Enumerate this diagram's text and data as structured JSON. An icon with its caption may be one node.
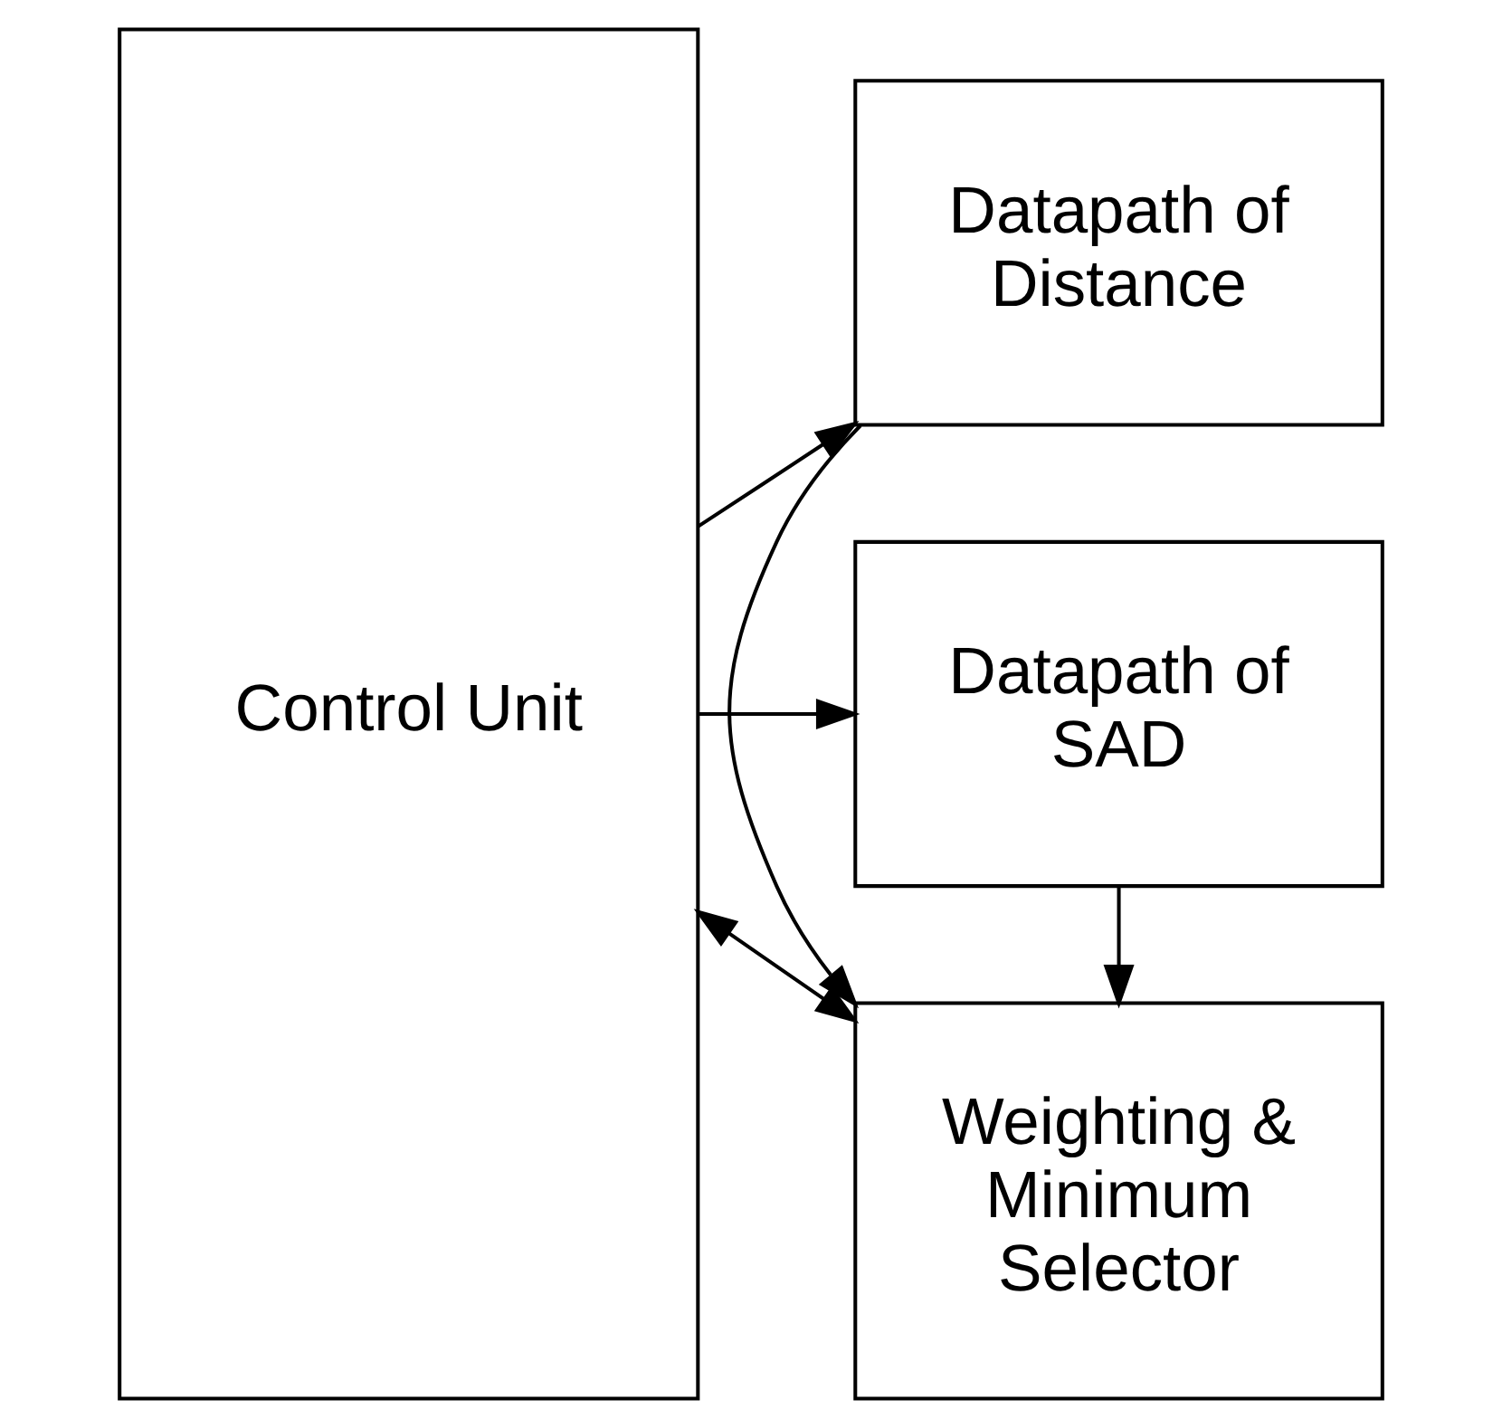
{
  "diagram": {
    "nodes": [
      {
        "text": [
          "Control Unit"
        ]
      },
      {
        "text": [
          "Datapath of Distance"
        ]
      },
      {
        "text": [
          "Weighting & Minimum Selector"
        ]
      },
      {
        "text": [
          "Datapath of SAD"
        ]
      }
    ],
    "edges": [
      {
        "from": 0,
        "to": 1,
        "arrow": "to"
      },
      {
        "from": 1,
        "to": 2,
        "arrow": "to"
      },
      {
        "from": 0,
        "to": 2,
        "arrow": "both"
      },
      {
        "from": 3,
        "to": 2,
        "arrow": "to"
      },
      {
        "from": 0,
        "to": 3,
        "arrow": "to"
      }
    ]
  }
}
